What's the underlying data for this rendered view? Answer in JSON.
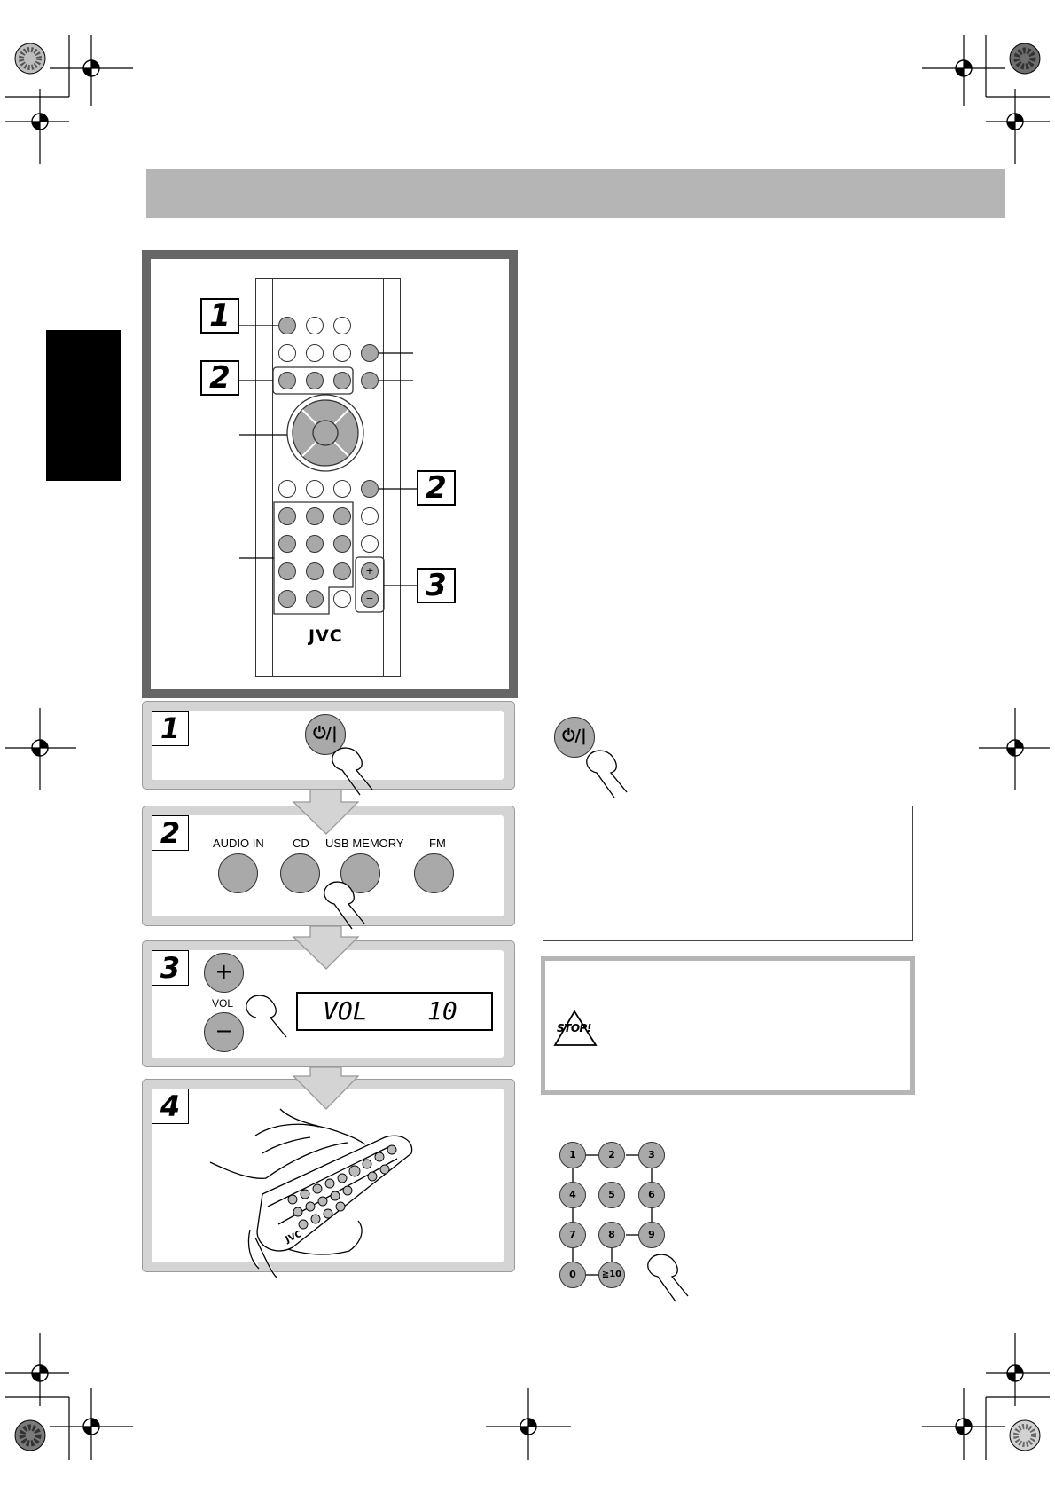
{
  "remote": {
    "brand": "JVC",
    "plus": "+",
    "minus": "−"
  },
  "callouts": [
    "1",
    "2",
    "2",
    "3"
  ],
  "steps": {
    "step1": {
      "number": "1",
      "power_symbol": "⏻/|"
    },
    "step2": {
      "number": "2",
      "buttons": [
        "AUDIO IN",
        "CD",
        "USB MEMORY",
        "FM"
      ]
    },
    "step3": {
      "number": "3",
      "plus": "+",
      "minus": "−",
      "vol_label": "VOL",
      "display": "VOL    10"
    },
    "step4": {
      "number": "4",
      "brand": "JVC"
    }
  },
  "right": {
    "power_symbol": "⏻/|",
    "stop_icon_text": "STOP!"
  },
  "keypad": [
    "1",
    "2",
    "3",
    "4",
    "5",
    "6",
    "7",
    "8",
    "9",
    "0",
    "≧10"
  ]
}
